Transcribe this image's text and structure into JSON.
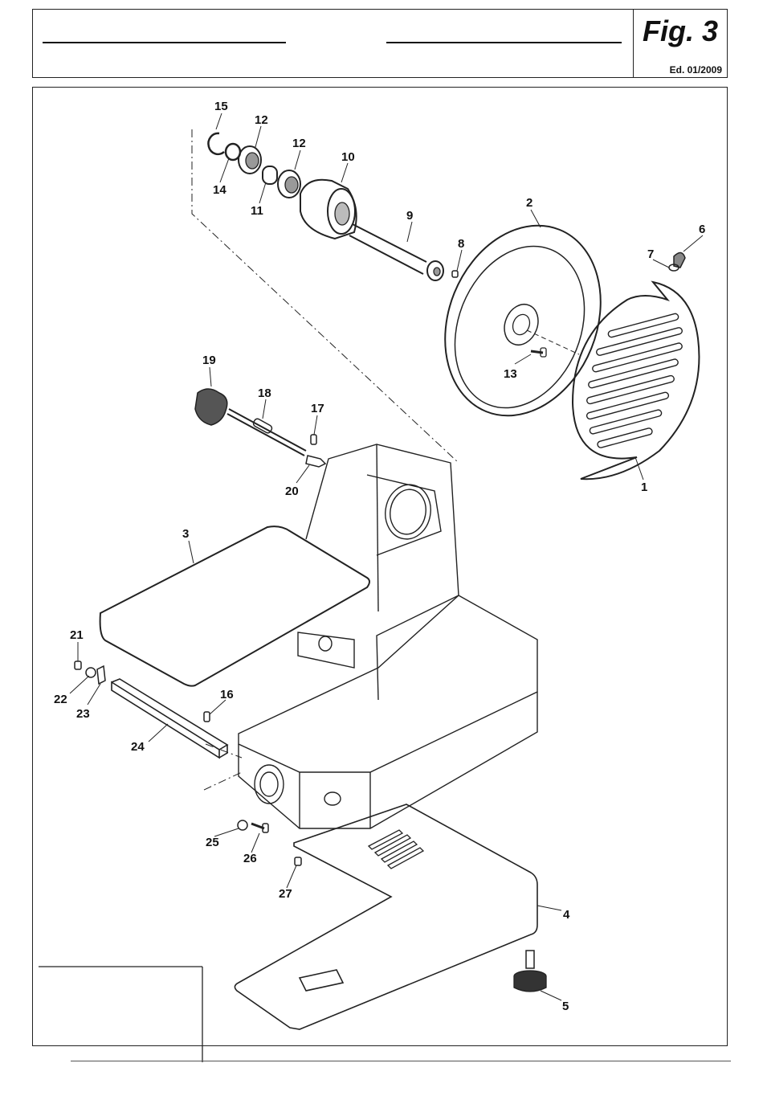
{
  "header": {
    "figure_title": "Fig. 3",
    "edition": "Ed. 01/2009"
  },
  "parts": [
    {
      "id": "1"
    },
    {
      "id": "2"
    },
    {
      "id": "3"
    },
    {
      "id": "4"
    },
    {
      "id": "5"
    },
    {
      "id": "6"
    },
    {
      "id": "7"
    },
    {
      "id": "8"
    },
    {
      "id": "9"
    },
    {
      "id": "10"
    },
    {
      "id": "11"
    },
    {
      "id": "12"
    },
    {
      "id": "12b",
      "label": "12"
    },
    {
      "id": "13"
    },
    {
      "id": "14"
    },
    {
      "id": "15"
    },
    {
      "id": "16"
    },
    {
      "id": "17"
    },
    {
      "id": "18"
    },
    {
      "id": "19"
    },
    {
      "id": "20"
    },
    {
      "id": "21"
    },
    {
      "id": "22"
    },
    {
      "id": "23"
    },
    {
      "id": "24"
    },
    {
      "id": "25"
    },
    {
      "id": "26"
    },
    {
      "id": "27"
    }
  ],
  "labels": {
    "p1": "1",
    "p2": "2",
    "p3": "3",
    "p4": "4",
    "p5": "5",
    "p6": "6",
    "p7": "7",
    "p8": "8",
    "p9": "9",
    "p10": "10",
    "p11": "11",
    "p12a": "12",
    "p12b": "12",
    "p13": "13",
    "p14": "14",
    "p15": "15",
    "p16": "16",
    "p17": "17",
    "p18": "18",
    "p19": "19",
    "p20": "20",
    "p21": "21",
    "p22": "22",
    "p23": "23",
    "p24": "24",
    "p25": "25",
    "p26": "26",
    "p27": "27"
  }
}
